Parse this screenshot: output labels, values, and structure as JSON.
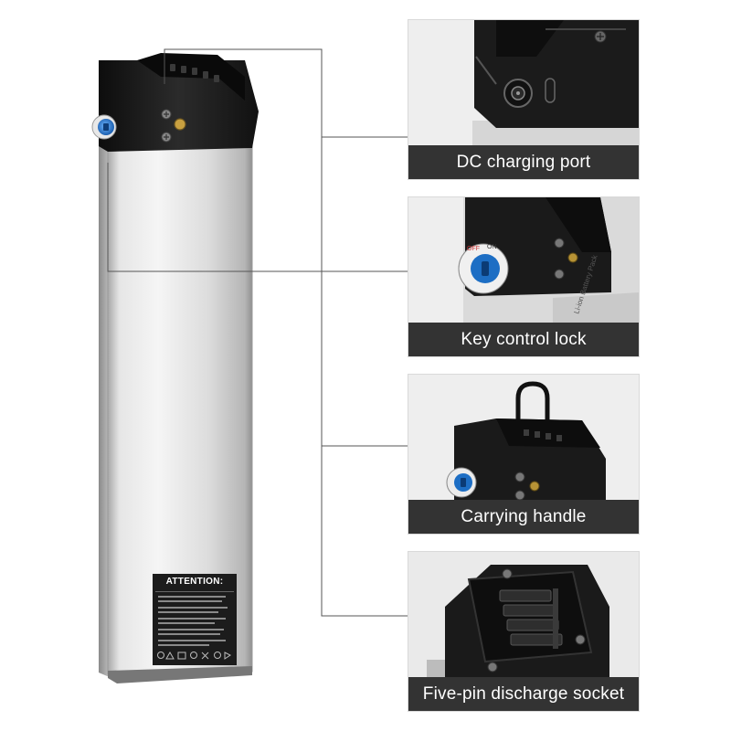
{
  "captions": {
    "dc_port": "DC charging port",
    "key_lock": "Key control lock",
    "handle": "Carrying handle",
    "socket": "Five-pin discharge socket"
  },
  "label": {
    "attention": "ATTENTION:"
  },
  "colors": {
    "caption_bg": "#333333",
    "battery_silver": "#d4d4d4",
    "top_cap_black": "#1a1a1a",
    "lock_blue": "#1f6fc2"
  }
}
